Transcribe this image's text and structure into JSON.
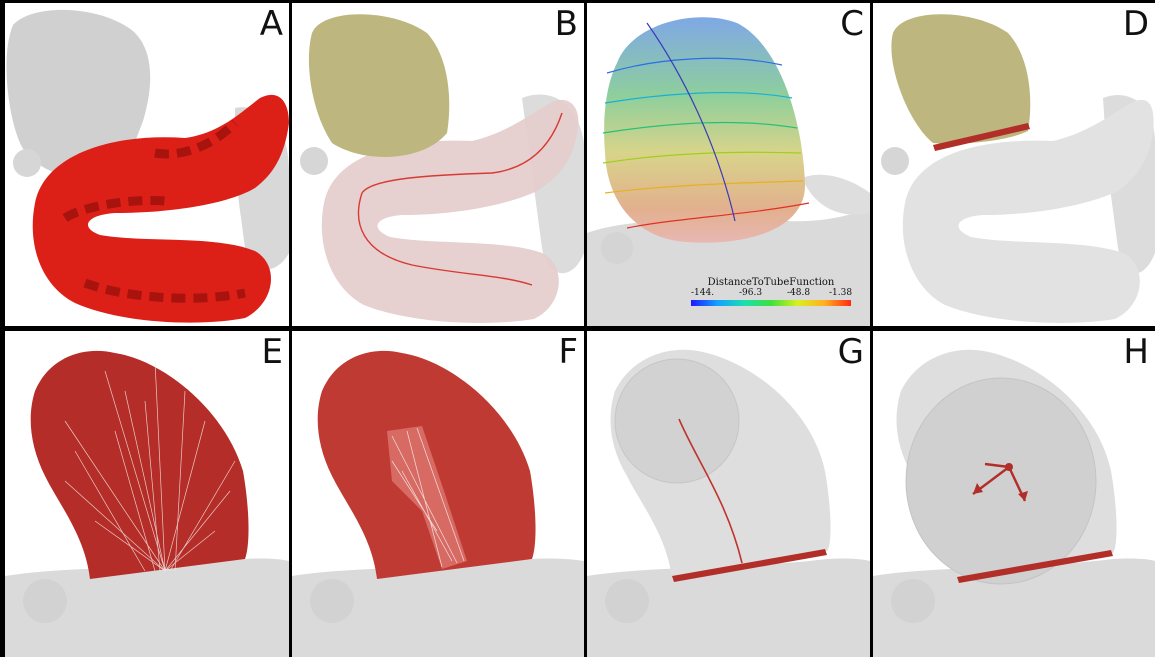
{
  "panels": [
    {
      "id": "A",
      "label": "A"
    },
    {
      "id": "B",
      "label": "B"
    },
    {
      "id": "C",
      "label": "C"
    },
    {
      "id": "D",
      "label": "D"
    },
    {
      "id": "E",
      "label": "E"
    },
    {
      "id": "F",
      "label": "F"
    },
    {
      "id": "G",
      "label": "G"
    },
    {
      "id": "H",
      "label": "H"
    }
  ],
  "colorbar": {
    "title": "DistanceToTubeFunction",
    "ticks": [
      "-144.",
      "-96.3",
      "-48.8",
      "-1.38"
    ]
  },
  "colors": {
    "vessel_gray": "#d4d4d4",
    "red_mesh": "#d81a14",
    "aneurysm_yellow": "#b9b07a",
    "dark_red": "#b52d28"
  }
}
